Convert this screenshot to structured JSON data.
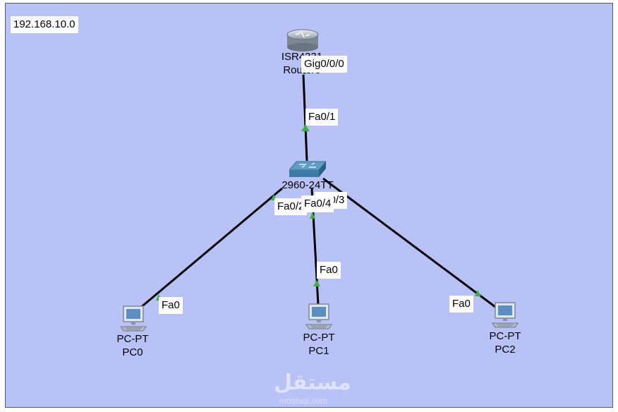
{
  "network_label": "192.168.10.0",
  "router": {
    "name_line1": "ISR4331",
    "name_line2": "Router0",
    "port": "Gig0/0/0",
    "icon": "router-icon"
  },
  "switch": {
    "name": "2960-24TT",
    "port_uplink": "Fa0/1",
    "port_pc0": "Fa0/2",
    "port_pc1": "Fa0/4",
    "port_pc2": "Fa0/3",
    "icon": "switch-icon"
  },
  "pcs": [
    {
      "type": "PC-PT",
      "name": "PC0",
      "port": "Fa0",
      "icon": "pc-icon"
    },
    {
      "type": "PC-PT",
      "name": "PC1",
      "port": "Fa0",
      "icon": "pc-icon"
    },
    {
      "type": "PC-PT",
      "name": "PC2",
      "port": "Fa0",
      "icon": "pc-icon"
    }
  ],
  "link_status_color": "#3cb043",
  "watermark": "مستقل",
  "watermark_sub": "mostaql.com"
}
